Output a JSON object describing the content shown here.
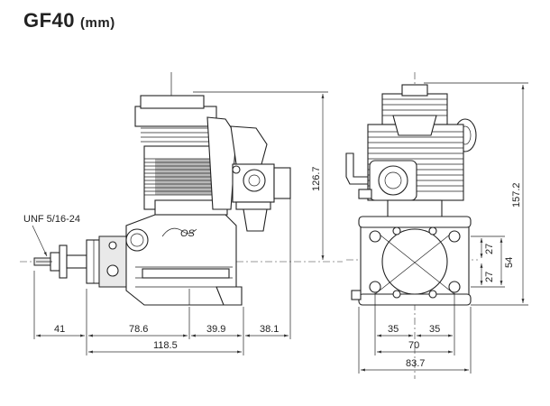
{
  "title": {
    "model": "GF40",
    "unit": "(mm)"
  },
  "side_view": {
    "thread_label": "UNF 5/16-24",
    "height": "126.7",
    "widths": {
      "prop_to_mount": "41",
      "mount_depth": "78.6",
      "carb_body": "39.9",
      "carb_out": "38.1",
      "overall": "118.5"
    }
  },
  "front_view": {
    "height": "157.2",
    "mount_half_top": "27",
    "mount_half_bottom": "27",
    "mount_spacing_v": "54",
    "mount_half_left": "35",
    "mount_half_right": "35",
    "mount_spacing_h": "70",
    "overall_width": "83.7"
  }
}
